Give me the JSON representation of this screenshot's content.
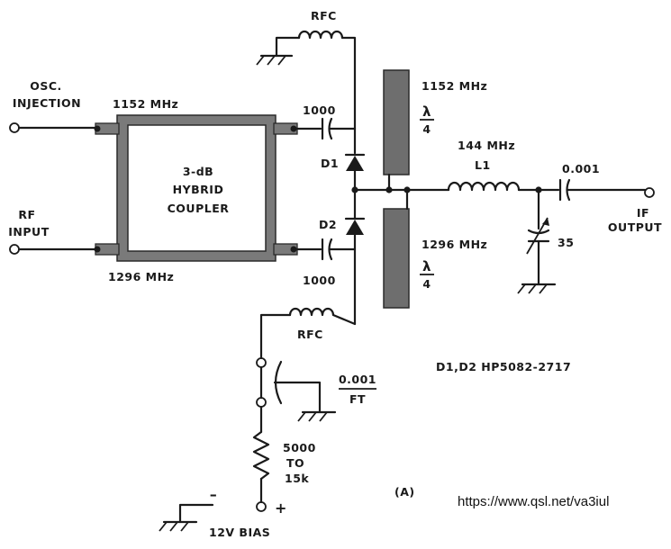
{
  "labels": {
    "osc_injection": [
      "OSC.",
      "INJECTION"
    ],
    "rf_input": [
      "RF",
      "INPUT"
    ],
    "freq_top_coupler": "1152 MHz",
    "freq_bottom_coupler": "1296 MHz",
    "coupler": [
      "3-dB",
      "HYBRID",
      "COUPLER"
    ],
    "rfc_top": "RFC",
    "rfc_bottom": "RFC",
    "cap_top": "1000",
    "cap_bottom": "1000",
    "diode_1": "D1",
    "diode_2": "D2",
    "stub_top_freq": "1152 MHz",
    "stub_bottom_freq": "1296 MHz",
    "lambda": "λ",
    "four": "4",
    "inductor_freq": "144 MHz",
    "inductor_name": "L1",
    "cap_output": "0.001",
    "var_cap": "35",
    "if_output": [
      "IF",
      "OUTPUT"
    ],
    "feedthrough_value": "0.001",
    "feedthrough_type": "FT",
    "diodes_part": "D1,D2  HP5082-2717",
    "resistor": [
      "5000",
      "TO",
      "15k"
    ],
    "figure_label": "(A)",
    "minus": "–",
    "plus": "+",
    "bias": "12V  BIAS",
    "url": "https://www.qsl.net/va3iul"
  }
}
